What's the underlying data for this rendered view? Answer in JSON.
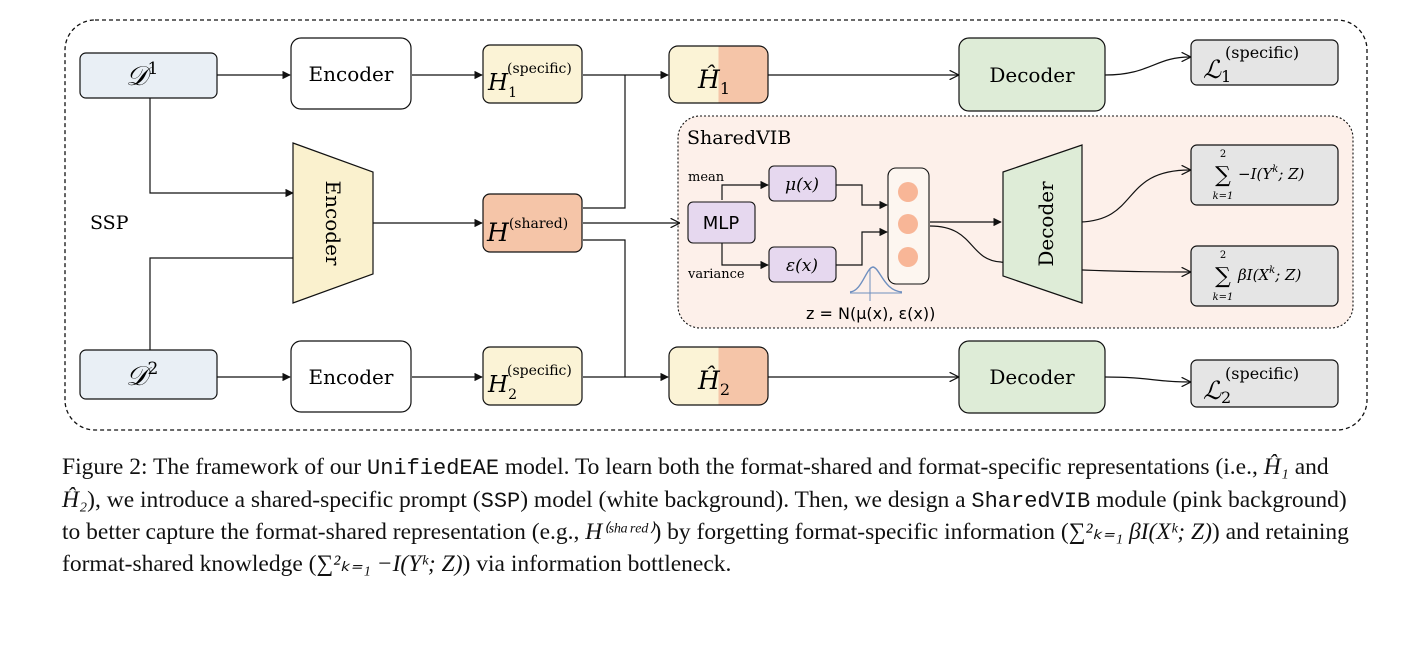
{
  "diagram": {
    "inputs": [
      {
        "base": "𝒟",
        "sup": "1"
      },
      {
        "base": "𝒟",
        "sup": "2"
      }
    ],
    "encoders": {
      "top": "Encoder",
      "bottom": "Encoder",
      "shared": "Encoder"
    },
    "hidden": {
      "h1_specific": {
        "base": "H",
        "sub": "1",
        "sup": "(specific)"
      },
      "h2_specific": {
        "base": "H",
        "sub": "2",
        "sup": "(specific)"
      },
      "h_shared": {
        "base": "H",
        "sup": "(shared)"
      }
    },
    "fused": {
      "h1_hat": {
        "base": "Ĥ",
        "sub": "1"
      },
      "h2_hat": {
        "base": "Ĥ",
        "sub": "2"
      }
    },
    "decoders": {
      "top": "Decoder",
      "bottom": "Decoder",
      "vib": "Decoder"
    },
    "losses": {
      "l1": {
        "base": "ℒ",
        "sub": "1",
        "sup": "(specific)"
      },
      "l2": {
        "base": "ℒ",
        "sub": "2",
        "sup": "(specific)"
      },
      "vib_retain": {
        "upper": "2",
        "lower": "k=1",
        "term": "−I(Y",
        "sup": "k",
        "tail": "; Z)"
      },
      "vib_forget": {
        "upper": "2",
        "lower": "k=1",
        "term": "βI(X",
        "sup": "k",
        "tail": "; Z)"
      }
    },
    "ssp_label": "SSP",
    "vib": {
      "title": "SharedVIB",
      "mlp": "MLP",
      "mean_label": "mean",
      "variance_label": "variance",
      "mu": "μ(x)",
      "eps": "ε(x)",
      "z_formula": "z = N(μ(x), ε(x))"
    },
    "colors": {
      "input_fill": "#e9eff5",
      "specific_fill": "#fbf3d6",
      "shared_fill": "#f5c5a8",
      "decoder_fill": "#deecd7",
      "loss_fill": "#e5e5e5",
      "vib_fill": "#fdf0ea",
      "mlp_fill": "#e6d8ef",
      "node_fill": "#f8b697",
      "encoder_fill": "#faf1ce",
      "gaussian": "#6f8fbf"
    }
  },
  "caption": {
    "figure": "Figure 2:",
    "s1": "The framework of our",
    "model": "UnifiedEAE",
    "s2": "model. To learn both the format-shared and format-specific representations (i.e.,",
    "h1": "Ĥ₁",
    "and": "and",
    "h2": "Ĥ₂",
    "s3": "), we introduce a shared-specific prompt (",
    "ssp": "SSP",
    "s4": ") model (white background). Then, we design a",
    "vib": "SharedVIB",
    "s5": "module (pink background) to better capture the format-shared representation (e.g.,",
    "hshared": "H⁽ˢʰᵃʳᵉᵈ⁾",
    "s6": ") by forgetting format-specific information (",
    "forget": "∑²ₖ₌₁ βI(Xᵏ; Z)",
    "s7": ") and retaining format-shared knowledge (",
    "retain": "∑²ₖ₌₁ −I(Yᵏ; Z)",
    "s8": ") via information bottleneck."
  }
}
